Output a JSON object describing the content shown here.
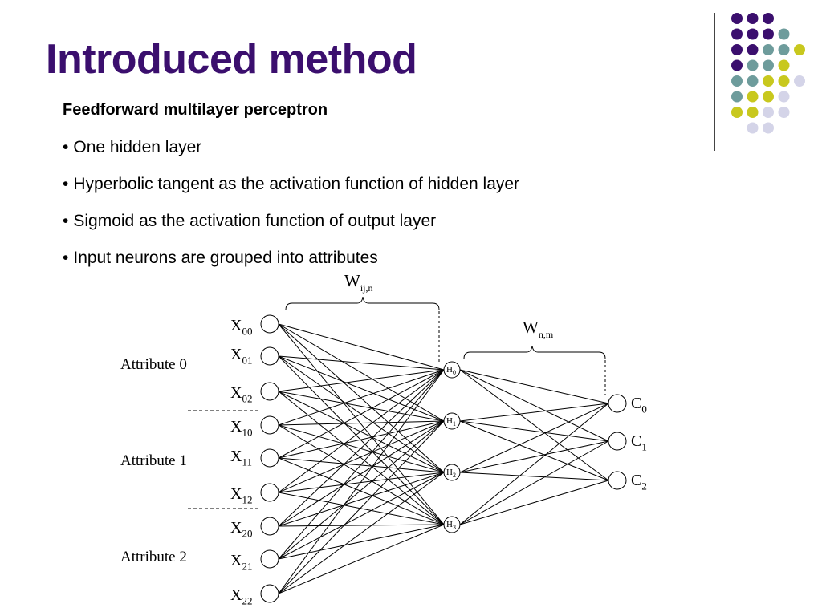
{
  "title": "Introduced method",
  "subtitle": "Feedforward multilayer perceptron",
  "bullets": [
    "One hidden layer",
    "Hyperbolic tangent as the activation function of hidden layer",
    "Sigmoid as the activation function of output layer",
    "Input neurons are grouped into attributes"
  ],
  "bullet_glyph": "•",
  "colors": {
    "title": "#3b0f6e",
    "purple": "#3b0f6e",
    "teal": "#6e9c9c",
    "yellow": "#c8c81e",
    "lavender": "#d4d4e8"
  },
  "decoration": {
    "dot_rows": [
      [
        "purple",
        "purple",
        "purple"
      ],
      [
        "purple",
        "purple",
        "purple",
        "teal"
      ],
      [
        "purple",
        "purple",
        "teal",
        "teal",
        "yellow"
      ],
      [
        "purple",
        "teal",
        "teal",
        "yellow"
      ],
      [
        "teal",
        "teal",
        "yellow",
        "yellow",
        "lavender"
      ],
      [
        "teal",
        "yellow",
        "yellow",
        "lavender"
      ],
      [
        "yellow",
        "yellow",
        "lavender",
        "lavender"
      ],
      [
        "lavender",
        "lavender"
      ]
    ]
  },
  "diagram": {
    "input_nodes": [
      {
        "base": "X",
        "sub": "00"
      },
      {
        "base": "X",
        "sub": "01"
      },
      {
        "base": "X",
        "sub": "02"
      },
      {
        "base": "X",
        "sub": "10"
      },
      {
        "base": "X",
        "sub": "11"
      },
      {
        "base": "X",
        "sub": "12"
      },
      {
        "base": "X",
        "sub": "20"
      },
      {
        "base": "X",
        "sub": "21"
      },
      {
        "base": "X",
        "sub": "22"
      }
    ],
    "hidden_nodes": [
      {
        "base": "H",
        "sub": "0"
      },
      {
        "base": "H",
        "sub": "1"
      },
      {
        "base": "H",
        "sub": "2"
      },
      {
        "base": "H",
        "sub": "3"
      }
    ],
    "output_nodes": [
      {
        "base": "C",
        "sub": "0"
      },
      {
        "base": "C",
        "sub": "1"
      },
      {
        "base": "C",
        "sub": "2"
      }
    ],
    "attribute_labels": [
      "Attribute 0",
      "Attribute 1",
      "Attribute 2"
    ],
    "weight_labels": [
      {
        "base": "W",
        "sub": "ij,n"
      },
      {
        "base": "W",
        "sub": "n,m"
      }
    ]
  }
}
